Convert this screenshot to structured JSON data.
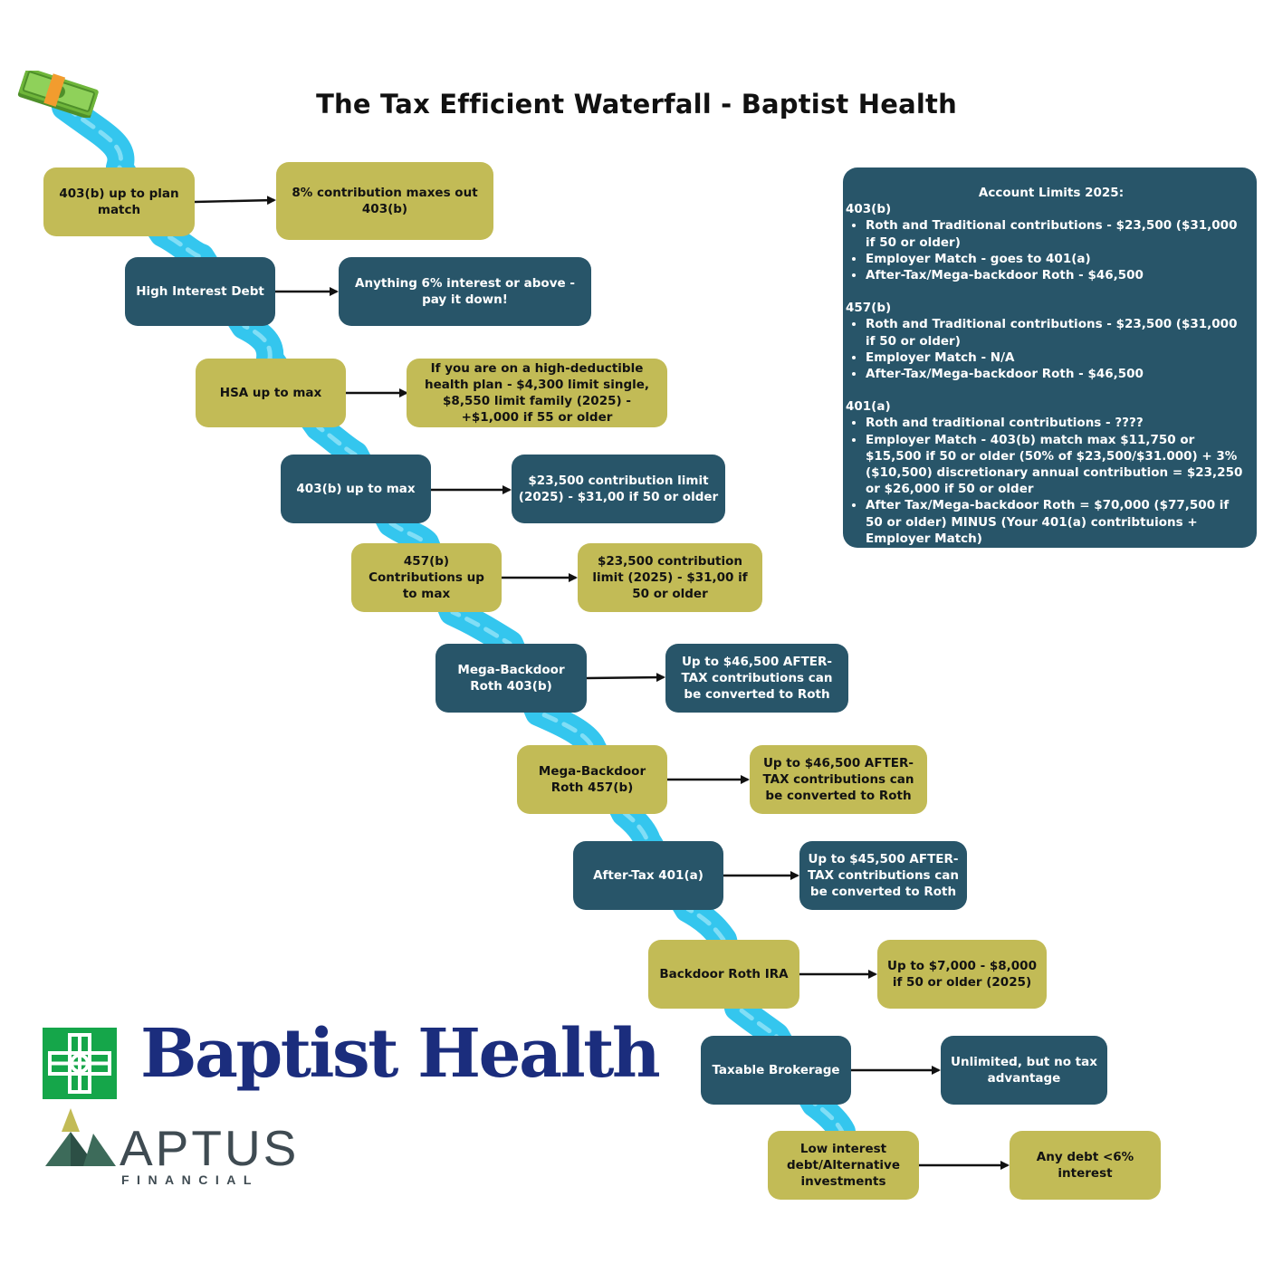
{
  "title": "The Tax Efficient Waterfall - Baptist Health",
  "colors": {
    "olive": "#c2bb56",
    "teal": "#285569",
    "water": "#34c6ee",
    "baptist_blue": "#1b2d7d",
    "baptist_green": "#15a64a",
    "aptus_gray": "#3f4b52"
  },
  "steps": [
    {
      "label": "403(b) up to plan match",
      "detail": "8% contribution maxes out 403(b)"
    },
    {
      "label": "High Interest Debt",
      "detail": "Anything 6% interest or above - pay it down!"
    },
    {
      "label": "HSA up to max",
      "detail": "If you are on a high-deductible health plan - $4,300 limit single, $8,550 limit family (2025) - +$1,000 if 55 or older"
    },
    {
      "label": "403(b) up to max",
      "detail": "$23,500 contribution limit (2025) - $31,00 if 50 or older"
    },
    {
      "label": "457(b) Contributions up to max",
      "detail": "$23,500 contribution limit (2025) - $31,00 if 50 or older"
    },
    {
      "label": "Mega-Backdoor Roth 403(b)",
      "detail": "Up to $46,500 AFTER-TAX contributions can be converted to Roth"
    },
    {
      "label": "Mega-Backdoor Roth 457(b)",
      "detail": "Up to $46,500 AFTER-TAX contributions can be converted to Roth"
    },
    {
      "label": "After-Tax 401(a)",
      "detail": "Up to $45,500 AFTER-TAX contributions can be converted to Roth"
    },
    {
      "label": "Backdoor Roth IRA",
      "detail": "Up to $7,000 - $8,000 if 50 or older (2025)"
    },
    {
      "label": "Taxable Brokerage",
      "detail": "Unlimited, but no tax advantage"
    },
    {
      "label": "Low interest debt/Alternative investments",
      "detail": "Any debt <6% interest"
    }
  ],
  "limits": {
    "title": "Account Limits 2025:",
    "sections": [
      {
        "heading": "403(b)",
        "items": [
          "Roth and Traditional contributions - $23,500 ($31,000 if 50 or older)",
          "Employer Match - goes to 401(a)",
          "After-Tax/Mega-backdoor Roth - $46,500"
        ]
      },
      {
        "heading": "457(b)",
        "items": [
          "Roth and Traditional contributions - $23,500 ($31,000 if 50 or older)",
          "Employer Match - N/A",
          "After-Tax/Mega-backdoor Roth - $46,500"
        ]
      },
      {
        "heading": "401(a)",
        "items": [
          "Roth and traditional contributions - ????",
          "Employer Match - 403(b) match max $11,750 or $15,500 if 50 or older (50% of $23,500/$31.000)  + 3% ($10,500) discretionary annual contribution = $23,250 or $26,000 if 50 or older",
          "After Tax/Mega-backdoor Roth = $70,000 ($77,500 if 50 or older) MINUS (Your 401(a) contribtuions + Employer Match)"
        ]
      }
    ]
  },
  "logos": {
    "baptist": "Baptist Health",
    "aptus": "APTUS",
    "aptus_sub": "FINANCIAL"
  },
  "icons": {
    "money": "cash-stack-icon",
    "cross": "baptist-cross-icon",
    "aptus_mark": "aptus-mountain-icon"
  }
}
